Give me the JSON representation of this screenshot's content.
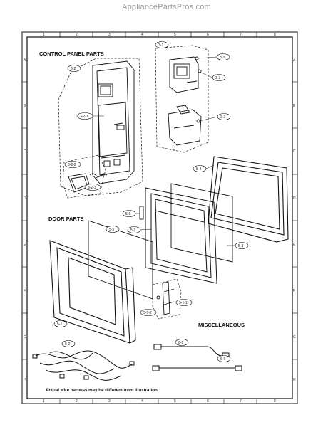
{
  "header": {
    "watermark": "AppliancePartsPros.com"
  },
  "sections": {
    "control_panel": "CONTROL PANEL PARTS",
    "door": "DOOR PARTS",
    "misc": "MISCELLANEOUS"
  },
  "note": "Actual wire harness may be different from illustration.",
  "border": {
    "cols_top": [
      "1",
      "2",
      "3",
      "4",
      "5",
      "6",
      "7",
      "8"
    ],
    "cols_bottom": [
      "1",
      "2",
      "3",
      "4",
      "5",
      "6",
      "7",
      "8"
    ],
    "rows": [
      "A",
      "B",
      "C",
      "D",
      "E",
      "F",
      "G",
      "H"
    ]
  },
  "callouts": {
    "c3_1": "3-1",
    "c3_2": "3-2",
    "c3_2_1": "3-2-1",
    "c3_2_2": "3-2-2",
    "c3_2_3": "3-2-3",
    "c3_3a": "3-3",
    "c3_3b": "3-3",
    "c3_3c": "3-3",
    "c5_4": "5-4",
    "c5_6": "5-6",
    "c5_2": "5-2",
    "c5_5": "5-5",
    "c5_3": "5-3",
    "c5_1_1": "5-1-1",
    "c5_1_2": "5-1-2",
    "c5_1": "5-1",
    "c6_1": "6-1",
    "c6_2": "6-2",
    "c6_9": "6-9"
  }
}
